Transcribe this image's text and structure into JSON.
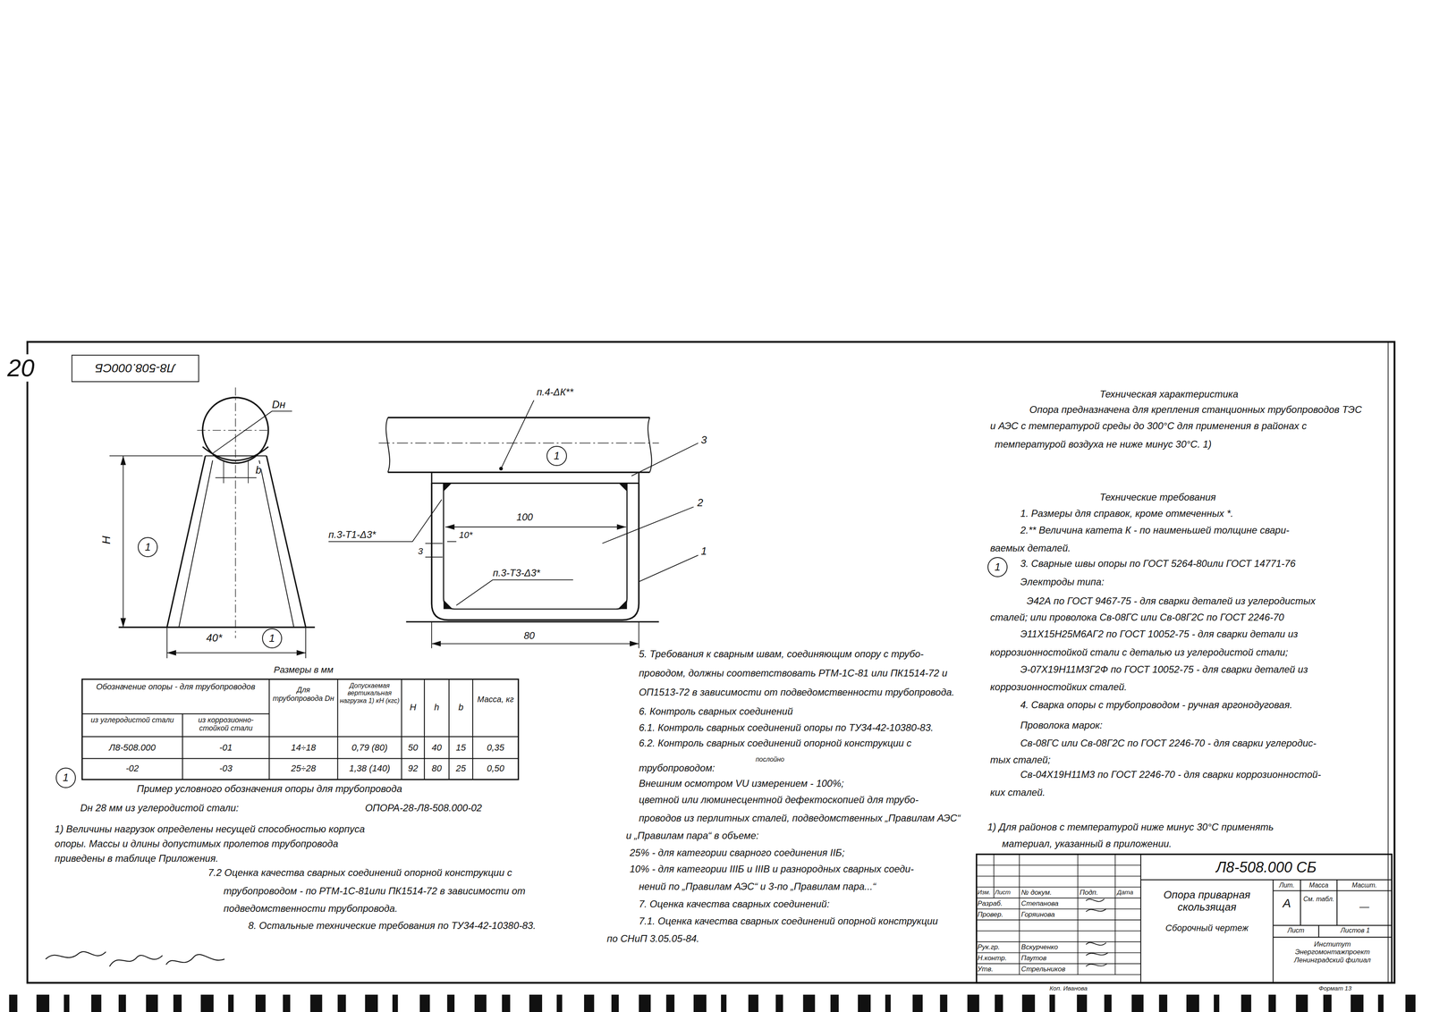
{
  "diagram": {
    "nodes": [
      {
        "text": [
          "Л8-508.000СБ"
        ]
      },
      {
        "text": [
          "1"
        ]
      },
      {
        "text": [
          "1"
        ]
      },
      {
        "text": [
          "1"
        ]
      },
      {
        "text": [
          "1"
        ]
      },
      {
        "text": [
          "1"
        ]
      }
    ],
    "labels": [
      "20",
      "Dн",
      "b",
      "H",
      "40*",
      "п.4-ΔК**",
      "3",
      "2",
      "1",
      "100",
      "10*",
      "3",
      "п.3-Т1-Δ3*",
      "п.3-Т3-Δ3*",
      "80",
      "Размеры в мм",
      "Обозначение опоры - для трубопроводов",
      "из углеродистой стали",
      "из коррозионно-стойкой стали",
      "Для трубопровода Dн",
      "Допускаемая вертикальная нагрузка 1) кН (кгс)",
      "H",
      "h",
      "b",
      "Масса, кг",
      "Л8-508.000",
      "-01",
      "14÷18",
      "0,79 (80)",
      "50",
      "40",
      "15",
      "0,35",
      "-02",
      "-03",
      "25÷28",
      "1,38 (140)",
      "92",
      "80",
      "25",
      "0,50",
      "Пример условного обозначения опоры для трубопровода",
      "Dн 28 мм из углеродистой стали:",
      "ОПОРА-28-Л8-508.000-02",
      "1) Величины нагрузок определены несущей способностью корпуса",
      "опоры. Массы и длины допустимых пролетов трубопровода",
      "приведены в таблице Приложения.",
      "7.2 Оценка качества сварных соединений опорной конструкции с",
      "трубопроводом - по РТМ-1С-81или ПК1514-72 в зависимости от",
      "подведомственности трубопровода.",
      "8. Остальные технические требования по ТУ34-42-10380-83.",
      "5. Требования к сварным швам, соединяющим опору с трубо-",
      "проводом, должны соответствовать РТМ-1С-81 или ПК1514-72 и",
      "ОП1513-72 в зависимости от подведомственности трубопровода.",
      "6. Контроль сварных соединений",
      "6.1. Контроль сварных соединений опоры по ТУ34-42-10380-83.",
      "6.2. Контроль сварных соединений опорной конструкции с",
      "послойно",
      "трубопроводом:",
      "Внешним осмотром VU измерением - 100%;",
      "цветной или люминесцентной дефектоскопией для трубо-",
      "проводов из перлитных сталей, подведомственных „Правилам АЭС“",
      "и „Правилам пара“ в объеме:",
      "25% - для категории сварного соединения IIБ;",
      "10% - для категории IIIБ и IIIВ и разнородных сварных соеди-",
      "нений по „Правилам АЭС“ и 3-по „Правилам пара...“",
      "7. Оценка качества сварных соединений:",
      "7.1. Оценка качества сварных соединений опорной конструкции",
      "по СНиП 3.05.05-84.",
      "Техническая характеристика",
      "Опора предназначена для крепления станционных трубопроводов ТЭС",
      "и АЭС с температурой среды до 300°С для применения в районах с",
      "температурой воздуха не ниже минус 30°С. 1)",
      "Технические требования",
      "1. Размеры для справок, кроме отмеченных *.",
      "2.** Величина катета К - по наименьшей толщине свари-",
      "ваемых деталей.",
      "3. Сварные швы опоры по ГОСТ 5264-80или ГОСТ 14771-76",
      "Электроды типа:",
      "Э42А по ГОСТ 9467-75 - для сварки деталей из углеродистых",
      "сталей; или проволока Св-08ГС или Св-08Г2С по ГОСТ 2246-70",
      "Э11Х15Н25М6АГ2 по ГОСТ 10052-75 - для сварки детали из",
      "коррозионностойкой стали с деталью из углеродистой стали;",
      "Э-07Х19Н11М3Г2Ф по ГОСТ 10052-75 - для сварки деталей из",
      "коррозионностойких сталей.",
      "4. Сварка опоры с трубопроводом - ручная аргонодуговая.",
      "Проволока марок:",
      "Св-08ГС или Св-08Г2С по ГОСТ 2246-70 - для сварки углеродис-",
      "тых сталей;",
      "Св-04Х19Н11М3 по ГОСТ 2246-70 - для сварки коррозионностой-",
      "ких сталей.",
      "1) Для районов с температурой ниже минус 30°С применять",
      "материал, указанный в приложении.",
      "Л8-508.000 СБ",
      "Изм.",
      "Лист",
      "№ докум.",
      "Подп.",
      "Дата",
      "Разраб.",
      "Степанова",
      "Провер.",
      "Горяинова",
      "Рук.гр.",
      "Вскурченко",
      "Н.контр.",
      "Паутов",
      "Утв.",
      "Стрельников",
      "Коп. Иванова",
      "Опора приварная скользящая",
      "Сборочный чертеж",
      "Лит.",
      "Масса",
      "Масшт.",
      "А",
      "См. табл.",
      "—",
      "Лист",
      "Листов 1",
      "Институт Энергомонтажпроект Ленинградский филиал",
      "Формат 13"
    ]
  }
}
